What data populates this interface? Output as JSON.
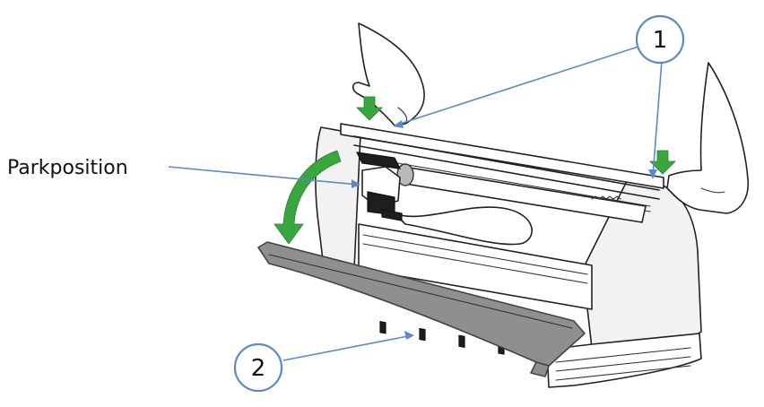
{
  "labels": {
    "park_position": "Parkposition"
  },
  "callouts": {
    "one": "1",
    "two": "2"
  },
  "colors": {
    "leader_line": "#5b8ac6",
    "arrow_green": "#3aa640",
    "cover_grey": "#8f8f8f"
  },
  "icons": {
    "press_arrow": "down-arrow-icon",
    "swing_arrow": "curved-arrow-icon"
  }
}
